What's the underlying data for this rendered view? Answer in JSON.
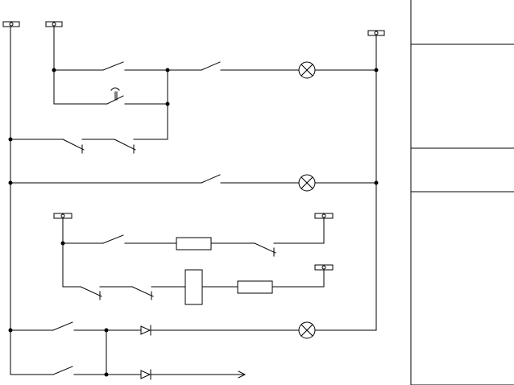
{
  "diagram": {
    "type": "electrical-ladder-schematic",
    "colors": {
      "line": "#000000",
      "background": "#ffffff"
    },
    "components": {
      "terminals": 6,
      "push_buttons": 5,
      "normally_closed_contacts": 4,
      "limit_switch": 1,
      "indicator_lamps": 3,
      "relay_coils": 2,
      "solenoid": 1,
      "diodes": 2
    },
    "legend": {
      "title": "",
      "rows": []
    }
  }
}
